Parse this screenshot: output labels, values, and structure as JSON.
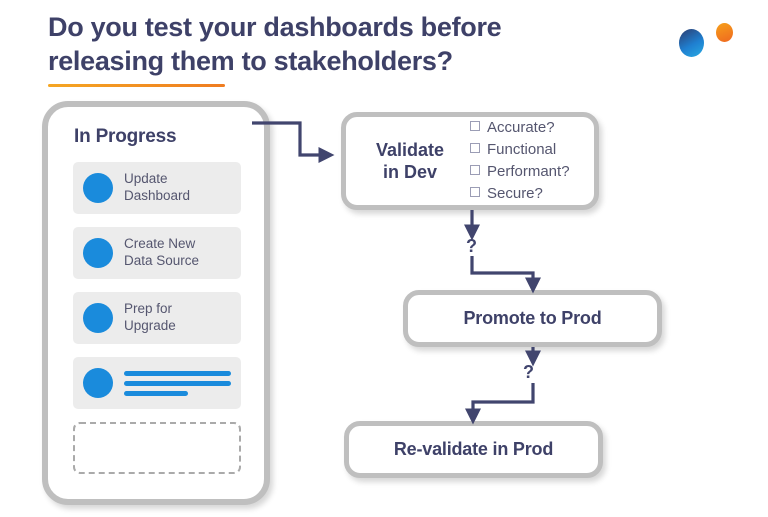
{
  "title": {
    "text": "Do you test your dashboards before\nreleasing them to stakeholders?",
    "accent_color": "#ef7c20",
    "text_color": "#3e4168"
  },
  "decorations": {
    "dot_blue_name": "decorative-dot-blue",
    "dot_blue_color": "#1f7fd0",
    "dot_orange_name": "decorative-dot-orange",
    "dot_orange_color": "#ef6820"
  },
  "board": {
    "heading": "In Progress",
    "tasks": [
      {
        "label": "Update\nDashboard",
        "dot_color": "#1a8bdc",
        "type": "text"
      },
      {
        "label": "Create New\nData Source",
        "dot_color": "#1a8bdc",
        "type": "text"
      },
      {
        "label": "Prep for\nUpgrade",
        "dot_color": "#1a8bdc",
        "type": "text"
      },
      {
        "label": "",
        "dot_color": "#1a8bdc",
        "type": "bars"
      }
    ],
    "placeholder_label": ""
  },
  "flow": {
    "validate": {
      "title": "Validate\nin Dev",
      "checklist": [
        "Accurate?",
        "Functional",
        "Performant?",
        "Secure?"
      ]
    },
    "promote": {
      "label": "Promote to Prod"
    },
    "revalidate": {
      "label": "Re-validate in Prod"
    },
    "decision_1": "?",
    "decision_2": "?",
    "arrow_color": "#41456e"
  }
}
